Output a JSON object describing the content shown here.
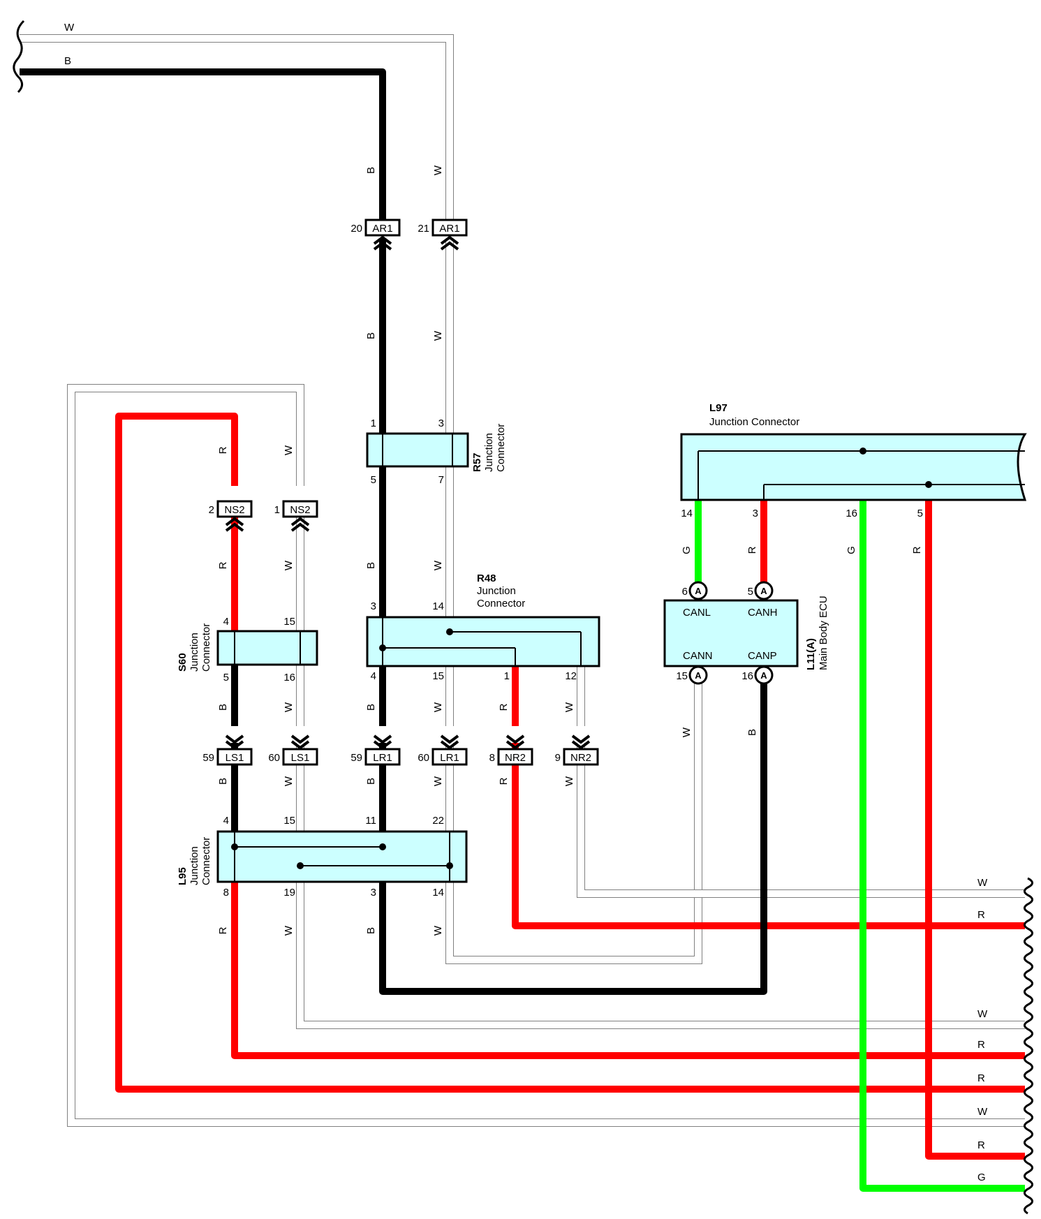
{
  "colors": {
    "B": "#000000",
    "W": "#ffffff",
    "R": "#ff0000",
    "G": "#00ff00",
    "box_fill": "#ccffff",
    "outline": "#000000",
    "thin_outline": "#808080"
  },
  "wire_codes": {
    "b": "B",
    "w": "W",
    "r": "R",
    "g": "G"
  },
  "connectors": {
    "r57": {
      "name": "R57",
      "desc1": "Junction",
      "desc2": "Connector",
      "pins": {
        "p1": "1",
        "p3": "3",
        "p5": "5",
        "p7": "7"
      }
    },
    "r48": {
      "name": "R48",
      "desc1": "Junction",
      "desc2": "Connector",
      "pins": {
        "p3": "3",
        "p14": "14",
        "p4": "4",
        "p15": "15",
        "p1": "1",
        "p12": "12"
      }
    },
    "s60": {
      "name": "S60",
      "desc1": "Junction",
      "desc2": "Connector",
      "pins": {
        "p4": "4",
        "p15": "15",
        "p5": "5",
        "p16": "16"
      }
    },
    "l95": {
      "name": "L95",
      "desc1": "Junction",
      "desc2": "Connector",
      "pins": {
        "p4": "4",
        "p15": "15",
        "p11": "11",
        "p22": "22",
        "p8": "8",
        "p19": "19",
        "p3": "3",
        "p14": "14"
      }
    },
    "l97": {
      "name": "L97",
      "desc": "Junction Connector",
      "pins": {
        "p14": "14",
        "p3": "3",
        "p16": "16",
        "p5": "5"
      }
    },
    "l11": {
      "name": "L11(A)",
      "desc": "Main Body ECU",
      "pin_letter": "A",
      "terminals": {
        "canl": "CANL",
        "canh": "CANH",
        "cann": "CANN",
        "canp": "CANP"
      },
      "pins": {
        "p6": "6",
        "p5": "5",
        "p15": "15",
        "p16": "16"
      }
    }
  },
  "inline_connectors": {
    "ar1_b": {
      "code": "AR1",
      "pin": "20"
    },
    "ar1_w": {
      "code": "AR1",
      "pin": "21"
    },
    "ns2_r": {
      "code": "NS2",
      "pin": "2"
    },
    "ns2_w": {
      "code": "NS2",
      "pin": "1"
    },
    "ls1_b": {
      "code": "LS1",
      "pin": "59"
    },
    "ls1_w": {
      "code": "LS1",
      "pin": "60"
    },
    "lr1_b": {
      "code": "LR1",
      "pin": "59"
    },
    "lr1_w": {
      "code": "LR1",
      "pin": "60"
    },
    "nr2_r": {
      "code": "NR2",
      "pin": "8"
    },
    "nr2_w": {
      "code": "NR2",
      "pin": "9"
    }
  }
}
